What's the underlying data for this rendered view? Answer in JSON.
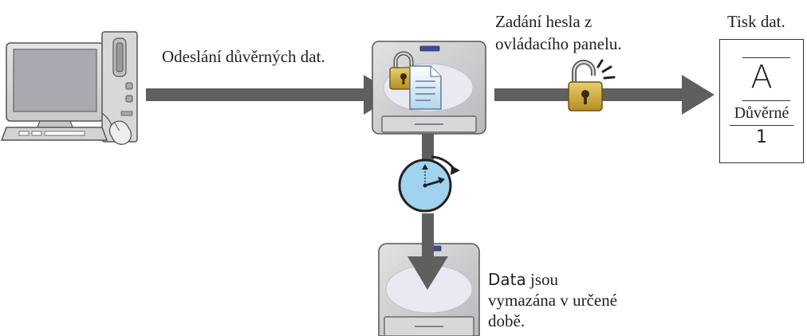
{
  "labels": {
    "send": "Odeslání důvěrných dat.",
    "password_line1": "Zadání hesla z",
    "password_line2": "ovládacího panelu.",
    "print": "Tisk dat.",
    "delete_bold": "Data",
    "delete_line1_rest": " jsou",
    "delete_line2": "vymazána v určené",
    "delete_line3": "době."
  },
  "document": {
    "letter": "A",
    "confidential": "Důvěrné",
    "copies": "1"
  },
  "icons": {
    "computer": "desktop-computer-icon",
    "printer": "printer-icon",
    "lock": "padlock-closed-icon",
    "unlock": "padlock-open-icon",
    "timer": "clock-timer-icon",
    "document": "document-icon"
  },
  "colors": {
    "arrow": "#5f5f5f",
    "printer_body": "#d0d0d2",
    "printer_shadow": "#a9a9ac",
    "tray": "#e8e8f0",
    "lock_gold": "#c9a53a",
    "clock_face": "#9fd3ee",
    "doc_blue": "#c9e2f1",
    "accent_blue": "#3b4e9b"
  }
}
